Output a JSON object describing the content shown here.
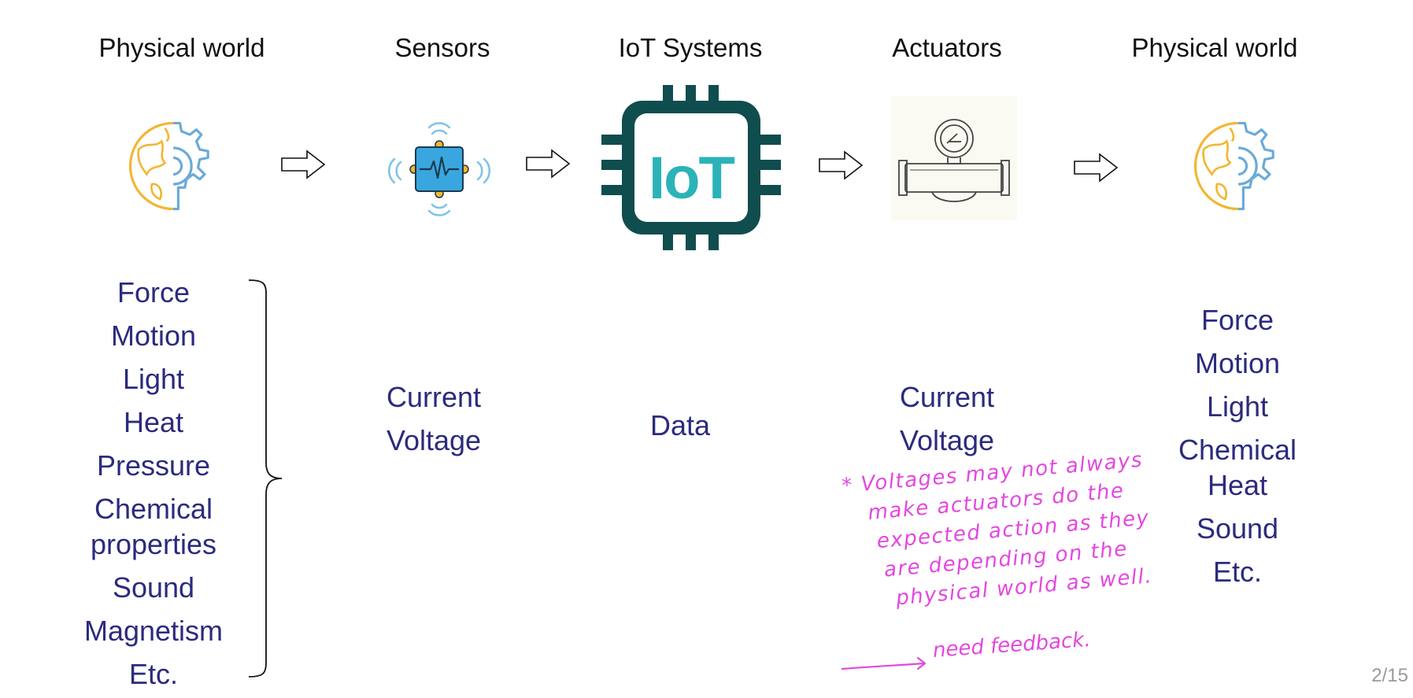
{
  "headers": {
    "physical_world_in": "Physical world",
    "sensors": "Sensors",
    "iot_systems": "IoT Systems",
    "actuators": "Actuators",
    "physical_world_out": "Physical world"
  },
  "iot_chip_text": "IoT",
  "inputs": [
    "Force",
    "Motion",
    "Light",
    "Heat",
    "Pressure",
    "Chemical",
    "properties",
    "Sound",
    "Magnetism",
    "Etc."
  ],
  "sensor_outputs": [
    "Current",
    "Voltage"
  ],
  "iot_output": "Data",
  "actuator_inputs": [
    "Current",
    "Voltage"
  ],
  "outputs": [
    "Force",
    "Motion",
    "Light",
    "Chemical",
    "Heat",
    "Sound",
    "Etc."
  ],
  "handwritten_note": {
    "lines": [
      "* Voltages may not always",
      "make actuators do the",
      "expected action as they",
      "are depending on the",
      "physical world as well."
    ],
    "feedback": "need feedback."
  },
  "page_number": "2/15",
  "colors": {
    "label_text": "#2b2b7e",
    "header_text": "#111111",
    "annotation": "#e447e0",
    "iot_chip": "#0f4d4f",
    "iot_letters": "#2bb3b8",
    "globe_yellow": "#f2b632",
    "gear_blue": "#6aaad8",
    "sensor_blue": "#3aa6e0"
  },
  "icons": [
    "globe-gear-icon",
    "right-arrow-icon",
    "sensor-vibration-icon",
    "iot-chip-icon",
    "flow-meter-icon"
  ]
}
